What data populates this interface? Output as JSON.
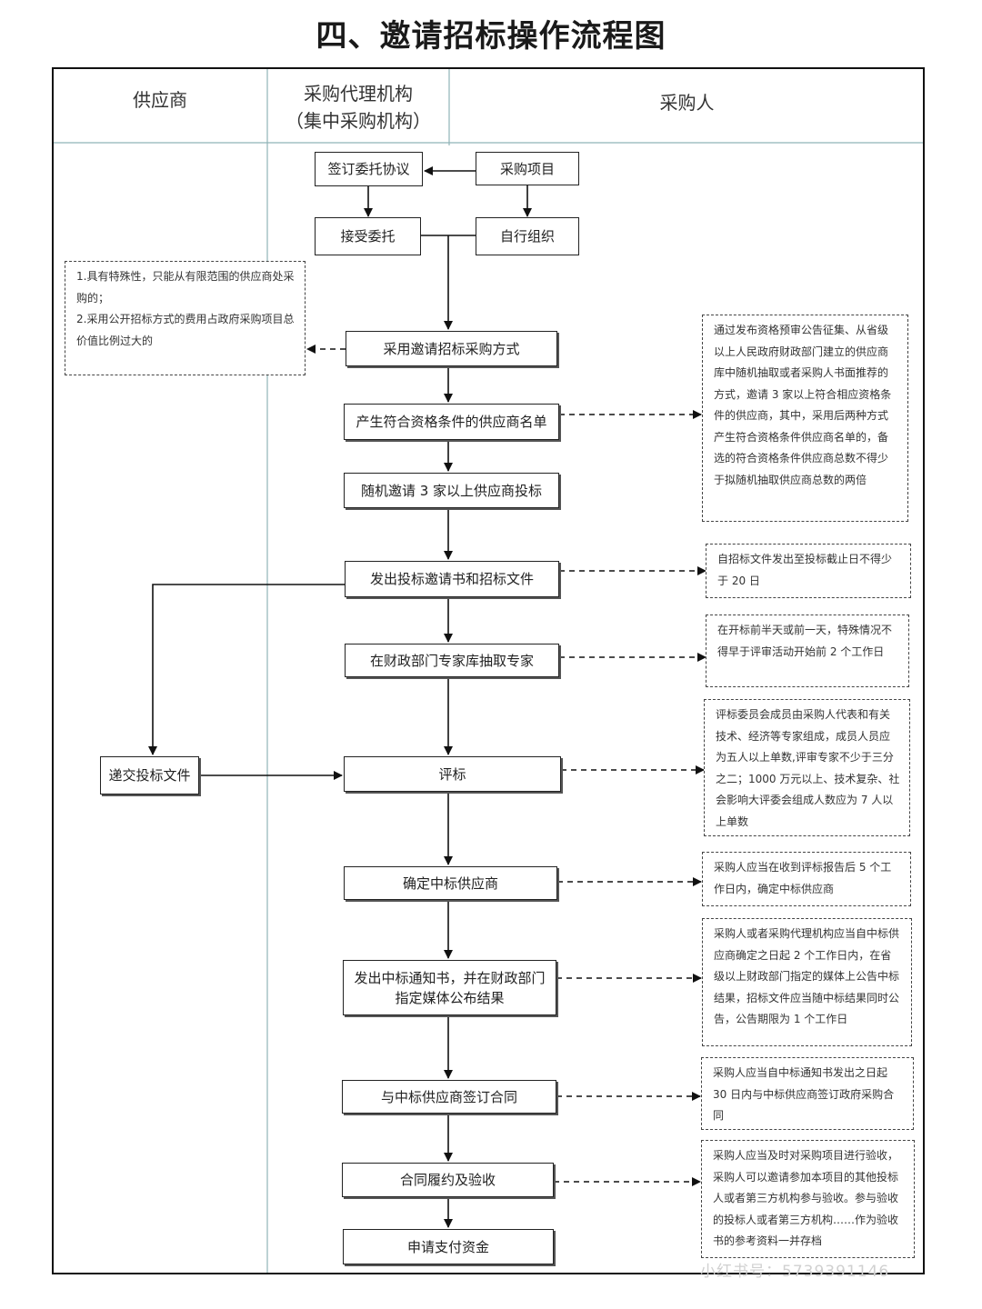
{
  "title": "四、邀请招标操作流程图",
  "lanes": {
    "supplier": "供应商",
    "agency_line1": "采购代理机构",
    "agency_line2": "（集中采购机构）",
    "purchaser": "采购人"
  },
  "steps": {
    "sign_agreement": "签订委托协议",
    "purchase_project": "采购项目",
    "accept_entrust": "接受委托",
    "self_organize": "自行组织",
    "adopt_invite": "采用邀请招标采购方式",
    "gen_list": "产生符合资格条件的供应商名单",
    "random_invite": "随机邀请 3 家以上供应商投标",
    "issue_docs": "发出投标邀请书和招标文件",
    "extract_experts": "在财政部门专家库抽取专家",
    "submit_bid": "递交投标文件",
    "evaluate": "评标",
    "determine_winner": "确定中标供应商",
    "notice_line1": "发出中标通知书，并在财政部门",
    "notice_line2": "指定媒体公布结果",
    "sign_contract": "与中标供应商签订合同",
    "perform_accept": "合同履约及验收",
    "apply_payment": "申请支付资金"
  },
  "notes": {
    "conditions": "1.具有特殊性，只能从有限范围的供应商处采购的；\n2.采用公开招标方式的费用占政府采购项目总价值比例过大的",
    "list_methods": "通过发布资格预审公告征集、从省级以上人民政府财政部门建立的供应商库中随机抽取或者采购人书面推荐的方式，邀请 3 家以上符合相应资格条件的供应商，其中，采用后两种方式产生符合资格条件供应商名单的，备选的符合资格条件供应商总数不得少于拟随机抽取供应商总数的两倍",
    "doc_period": "自招标文件发出至投标截止日不得少于 20 日",
    "expert_time": "在开标前半天或前一天，特殊情况不得早于评审活动开始前 2 个工作日",
    "committee": "评标委员会成员由采购人代表和有关技术、经济等专家组成，成员人员应为五人以上单数,评审专家不少于三分之二；1000 万元以上、技术复杂、社会影响大评委会组成人数应为 7 人以上单数",
    "winner_time": "采购人应当在收到评标报告后 5 个工作日内，确定中标供应商",
    "announce": "采购人或者采购代理机构应当自中标供应商确定之日起 2 个工作日内，在省级以上财政部门指定的媒体上公告中标结果，招标文件应当随中标结果同时公告，公告期限为 1 个工作日",
    "contract_time": "采购人应当自中标通知书发出之日起 30 日内与中标供应商签订政府采购合同",
    "acceptance": "采购人应当及时对采购项目进行验收，采购人可以邀请参加本项目的其他投标人或者第三方机构参与验收。参与验收的投标人或者第三方机构……作为验收书的参考资料一并存档"
  },
  "watermark": "小红书号：5739391146"
}
